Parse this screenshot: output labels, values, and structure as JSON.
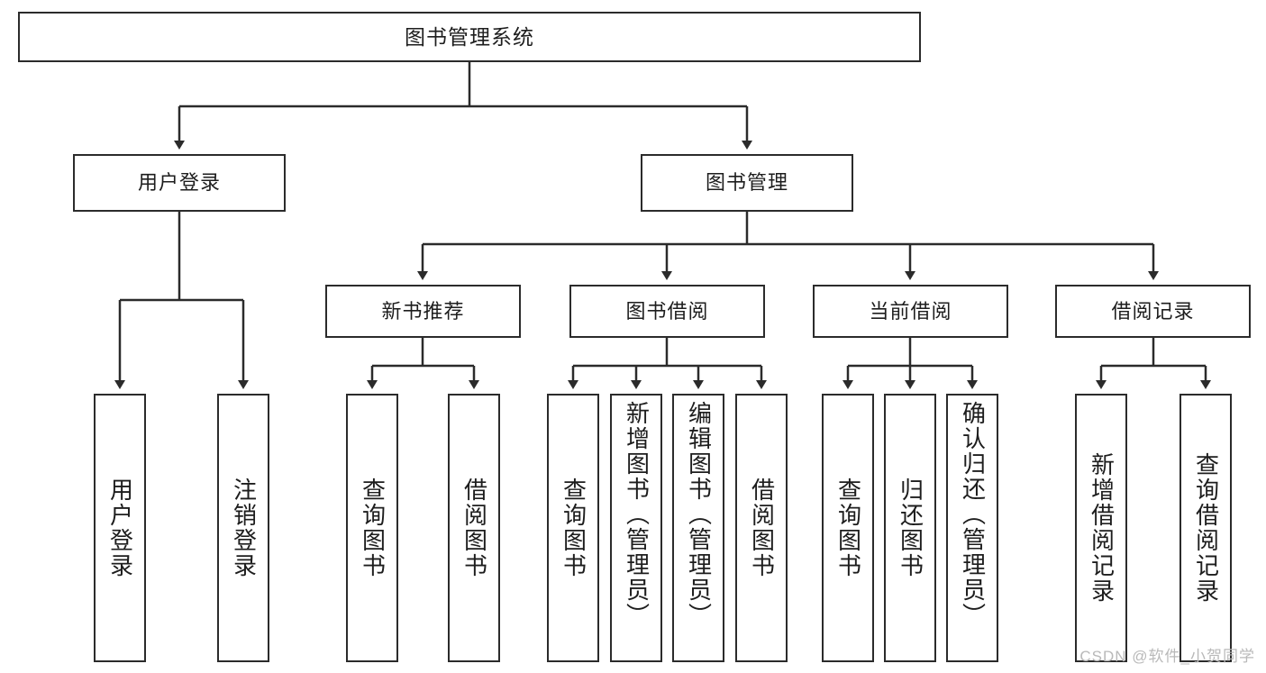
{
  "diagram": {
    "title": "图书管理系统",
    "type": "hierarchy-tree",
    "root": {
      "label": "图书管理系统"
    },
    "level1": [
      {
        "label": "用户登录"
      },
      {
        "label": "图书管理"
      }
    ],
    "level2": [
      {
        "label": "新书推荐"
      },
      {
        "label": "图书借阅"
      },
      {
        "label": "当前借阅"
      },
      {
        "label": "借阅记录"
      }
    ],
    "leaves": {
      "user_login": [
        {
          "label": "用户登录"
        },
        {
          "label": "注销登录"
        }
      ],
      "new_book_recommend": [
        {
          "label": "查询图书"
        },
        {
          "label": "借阅图书"
        }
      ],
      "book_borrow": [
        {
          "label": "查询图书"
        },
        {
          "label": "新增图书（管理员）"
        },
        {
          "label": "编辑图书（管理员）"
        },
        {
          "label": "借阅图书"
        }
      ],
      "current_borrow": [
        {
          "label": "查询图书"
        },
        {
          "label": "归还图书"
        },
        {
          "label": "确认归还（管理员）"
        }
      ],
      "borrow_record": [
        {
          "label": "新增借阅记录"
        },
        {
          "label": "查询借阅记录"
        }
      ]
    },
    "watermark": "CSDN @软件_小贺同学",
    "colors": {
      "border": "#2b2b2b",
      "background": "#ffffff",
      "text": "#1d1d1d",
      "watermark": "#b9b9b9"
    }
  }
}
